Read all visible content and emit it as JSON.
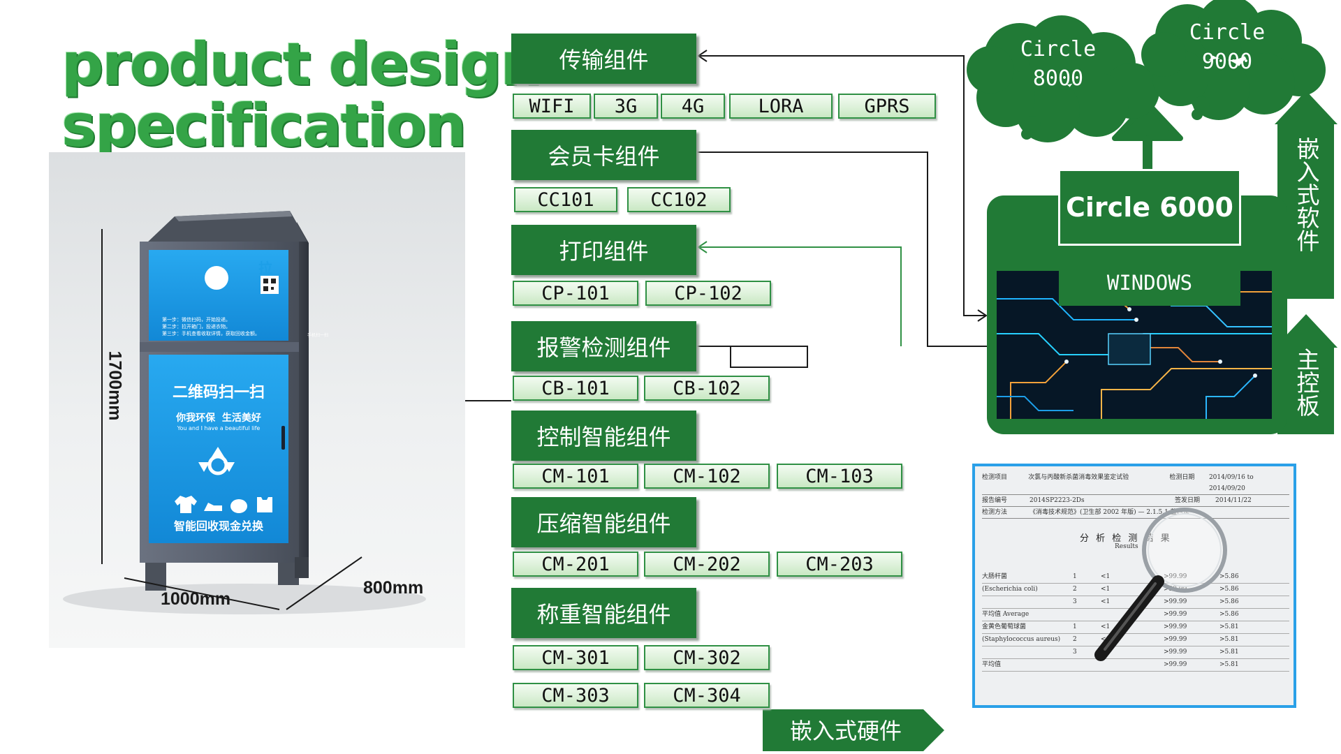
{
  "title": {
    "line1": "product design",
    "line2": "specification"
  },
  "product": {
    "height_label": "1700mm",
    "width_label": "1000mm",
    "depth_label": "800mm",
    "bin": {
      "top_badge": "拉",
      "qr_caption": "手机扫一扫",
      "instructions": [
        "第一步：微信扫码，开始投递。",
        "第二步：拉开箱门，投递衣物。",
        "第三步：手机查看收取详情，获取回收金额。"
      ],
      "scan_text": "二维码扫一扫",
      "slogan_cn": "你我环保  生活美好",
      "slogan_en": "You and I have a beautiful life",
      "bottom_text": "智能回收现金兑换",
      "colors": {
        "body": "#5b6270",
        "panel": "#1d9fe8"
      }
    }
  },
  "groups": [
    {
      "name": "传输组件",
      "chips": [
        "WIFI",
        "3G",
        "4G",
        "LORA",
        "GPRS"
      ]
    },
    {
      "name": "会员卡组件",
      "chips": [
        "CC101",
        "CC102"
      ]
    },
    {
      "name": "打印组件",
      "chips": [
        "CP-101",
        "CP-102"
      ]
    },
    {
      "name": "报警检测组件",
      "chips": [
        "CB-101",
        "CB-102"
      ]
    },
    {
      "name": "控制智能组件",
      "chips": [
        "CM-101",
        "CM-102",
        "CM-103"
      ]
    },
    {
      "name": "压缩智能组件",
      "chips": [
        "CM-201",
        "CM-202",
        "CM-203"
      ]
    },
    {
      "name": "称重智能组件",
      "chips": [
        "CM-301",
        "CM-302",
        "CM-303",
        "CM-304"
      ]
    }
  ],
  "hardware_label": "嵌入式硬件",
  "clouds": [
    {
      "line1": "Circle",
      "line2": "8000"
    },
    {
      "line1": "Circle",
      "line2": "9000"
    }
  ],
  "controller": {
    "platform": "Circle 6000",
    "os": "WINDOWS",
    "software_label": "嵌入式软件",
    "board_label": "主控板"
  },
  "report": {
    "header_rows": [
      [
        "检测项目",
        "次氯与丙酸新杀菌消毒效果鉴定试验",
        "检测日期",
        "2014/09/16 to 2014/09/20"
      ],
      [
        "报告编号",
        "2014SP2223-2Ds",
        "签发日期",
        "2014/11/22"
      ],
      [
        "检测方法",
        "《消毒技术规范》(卫生部 2002 年版) — 2.1.5.1 蓝色法",
        "",
        ""
      ]
    ],
    "results_title": "分 析 检 测 结 果",
    "results_en": "Results",
    "table_rows": [
      [
        "大肠杆菌",
        "1",
        "<1",
        ">99.99",
        ">5.86"
      ],
      [
        "(Escherichia coli)",
        "2",
        "<1",
        ">99.99",
        ">5.86"
      ],
      [
        "",
        "3",
        "<1",
        ">99.99",
        ">5.86"
      ],
      [
        "平均值 Average",
        "",
        "",
        ">99.99",
        ">5.86"
      ],
      [
        "金黄色葡萄球菌",
        "1",
        "<1",
        ">99.99",
        ">5.81"
      ],
      [
        "(Staphylococcus aureus)",
        "2",
        "<1",
        ">99.99",
        ">5.81"
      ],
      [
        "",
        "3",
        "<1",
        ">99.99",
        ">5.81"
      ],
      [
        "平均值",
        "",
        "",
        ">99.99",
        ">5.81"
      ]
    ]
  }
}
